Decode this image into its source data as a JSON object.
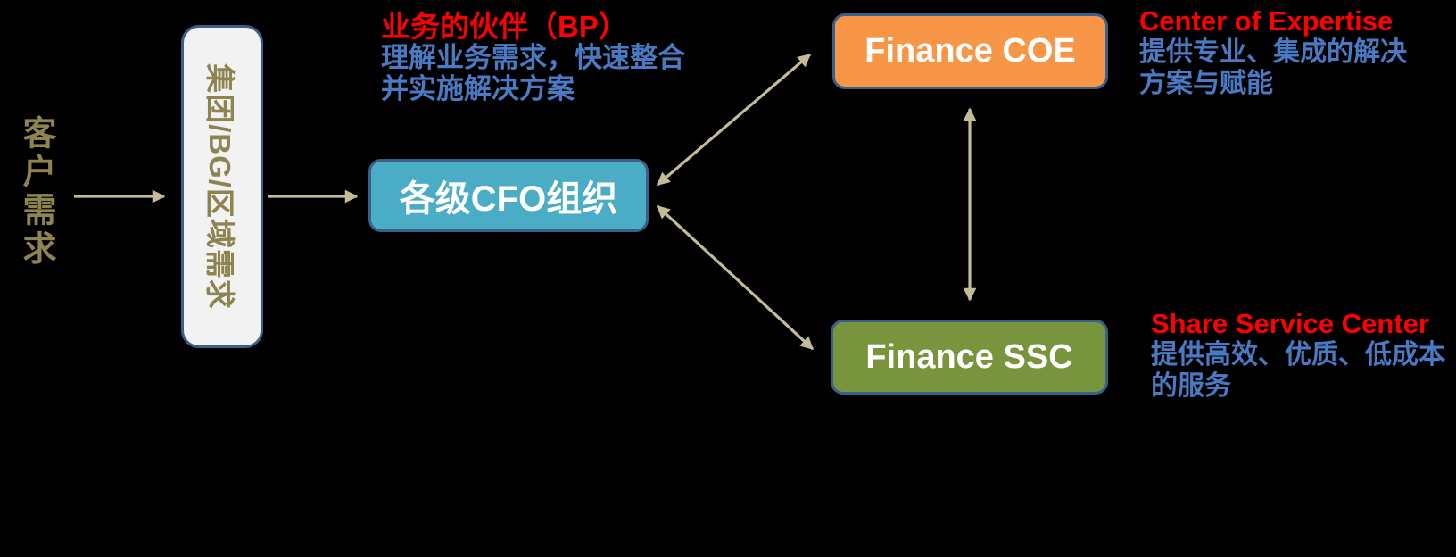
{
  "colors": {
    "background": "#000000",
    "gold_text": "#8E8450",
    "arrow_tan": "#C3BC96",
    "group_box_fill": "#F2F2F2",
    "box_border": "#3A5F88",
    "cfo_fill": "#4BACC6",
    "coe_fill": "#F79646",
    "ssc_fill": "#78943D",
    "note_title_red": "#FF0000",
    "note_body_blue": "#4A7AC4",
    "box_text_white": "#FFFFFF"
  },
  "diagram": {
    "customer_demand_label": "客户需求",
    "group_box_label": "集团/BG/区域需求",
    "cfo_box_label": "各级CFO组织",
    "coe_box_label": "Finance COE",
    "ssc_box_label": "Finance SSC",
    "bp_note": {
      "title": "业务的伙伴（BP）",
      "lines": [
        "理解业务需求，快速整合",
        "并实施解决方案"
      ]
    },
    "coe_note": {
      "title": "Center of Expertise",
      "lines": [
        "提供专业、集成的解决",
        "方案与赋能"
      ]
    },
    "ssc_note": {
      "title": "Share Service Center",
      "lines": [
        "提供高效、优质、低成本",
        "的服务"
      ]
    }
  }
}
